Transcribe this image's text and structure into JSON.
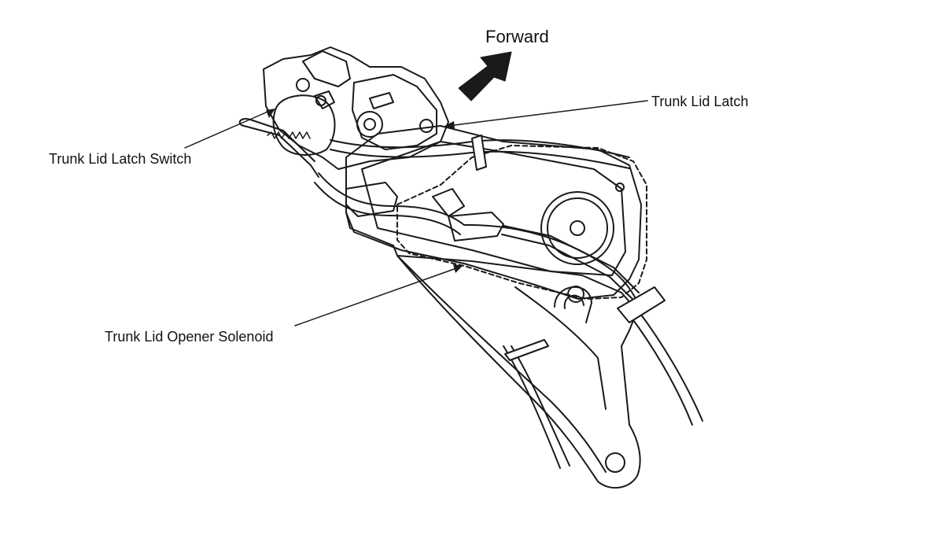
{
  "direction": {
    "label": "Forward"
  },
  "callouts": {
    "latch": "Trunk Lid Latch",
    "switch": "Trunk Lid Latch Switch",
    "solenoid": "Trunk Lid Opener Solenoid"
  },
  "colors": {
    "line": "#1a1a1a",
    "background": "#ffffff",
    "arrow": "#1a1a1a"
  }
}
